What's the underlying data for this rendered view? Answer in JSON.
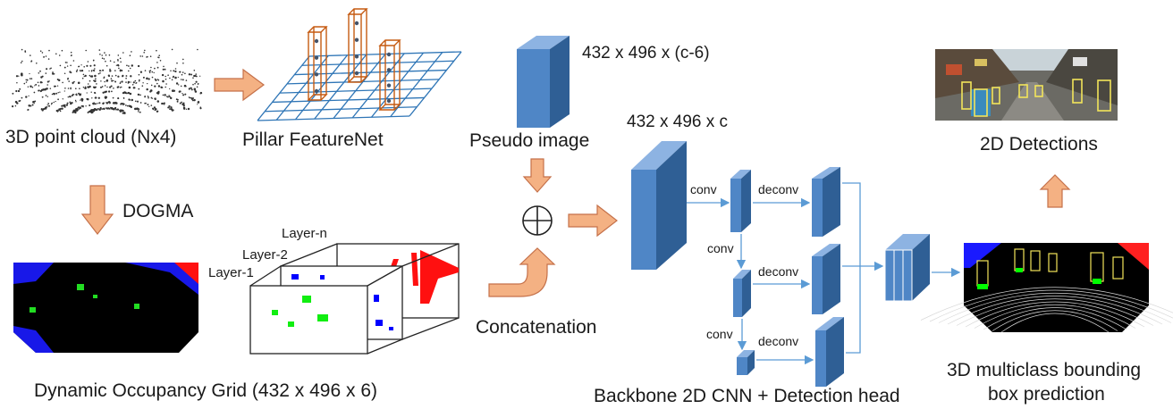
{
  "labels": {
    "point_cloud": "3D point cloud (Nx4)",
    "pillar_featurenet": "Pillar FeatureNet",
    "pseudo_image": "Pseudo image",
    "pseudo_dims": "432 x 496 x (c-6)",
    "concat_dims": "432 x 496 x c",
    "dogma": "DOGMA",
    "concatenation": "Concatenation",
    "dog_grid": "Dynamic Occupancy Grid (432 x 496 x 6)",
    "layer_n": "Layer-n",
    "layer_2": "Layer-2",
    "layer_1": "Layer-1",
    "conv_1": "conv",
    "conv_2": "conv",
    "conv_3": "conv",
    "deconv_1": "deconv",
    "deconv_2": "deconv",
    "deconv_3": "deconv",
    "backbone": "Backbone 2D CNN + Detection head",
    "detections_2d": "2D Detections",
    "bbox_line1": "3D multiclass bounding",
    "bbox_line2": "box prediction"
  },
  "colors": {
    "arrow": "#f4b183",
    "arrow_stroke": "#c5714a",
    "block_face": "#4f86c6",
    "block_side": "#2f5f95",
    "block_top": "#8db3e2",
    "pillar": "#c55a11",
    "grid": "#2e75b6",
    "connector": "#5b9bd5",
    "occupancy_green": "#00ff00",
    "occupancy_blue": "#0000ff",
    "occupancy_red": "#ff0000"
  },
  "icons": {
    "plus": "circle-plus-icon",
    "arrows": "thick-arrow-icon"
  }
}
